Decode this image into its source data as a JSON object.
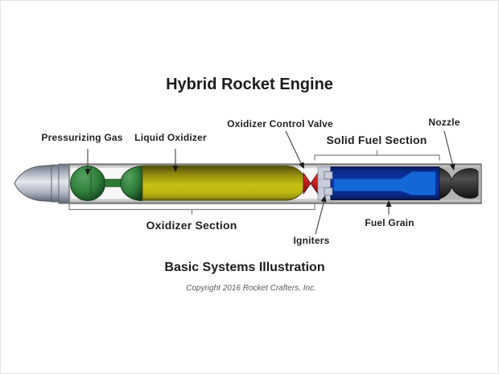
{
  "title": "Hybrid Rocket Engine",
  "subtitle": "Basic Systems Illustration",
  "copyright": "Copyright 2016 Rocket Crafters, Inc.",
  "labels": {
    "pressurizing_gas": "Pressurizing Gas",
    "liquid_oxidizer": "Liquid Oxidizer",
    "oxidizer_control_valve": "Oxidizer Control Valve",
    "solid_fuel_section": "Solid Fuel Section",
    "nozzle": "Nozzle",
    "oxidizer_section": "Oxidizer Section",
    "igniters": "Igniters",
    "fuel_grain": "Fuel Grain"
  },
  "colors": {
    "pressurant_green": "#2e7d36",
    "oxidizer_yellow": "#c6c115",
    "valve_red": "#c21f1f",
    "fuel_dark_blue": "#0d35ab",
    "fuel_port_blue": "#1467d6",
    "nozzle_dark": "#2b2b2b",
    "injector_gray": "#c9cdda",
    "nozzle_bay_gray": "#b3b3b3",
    "airframe_gray": "#d9d9d9"
  }
}
